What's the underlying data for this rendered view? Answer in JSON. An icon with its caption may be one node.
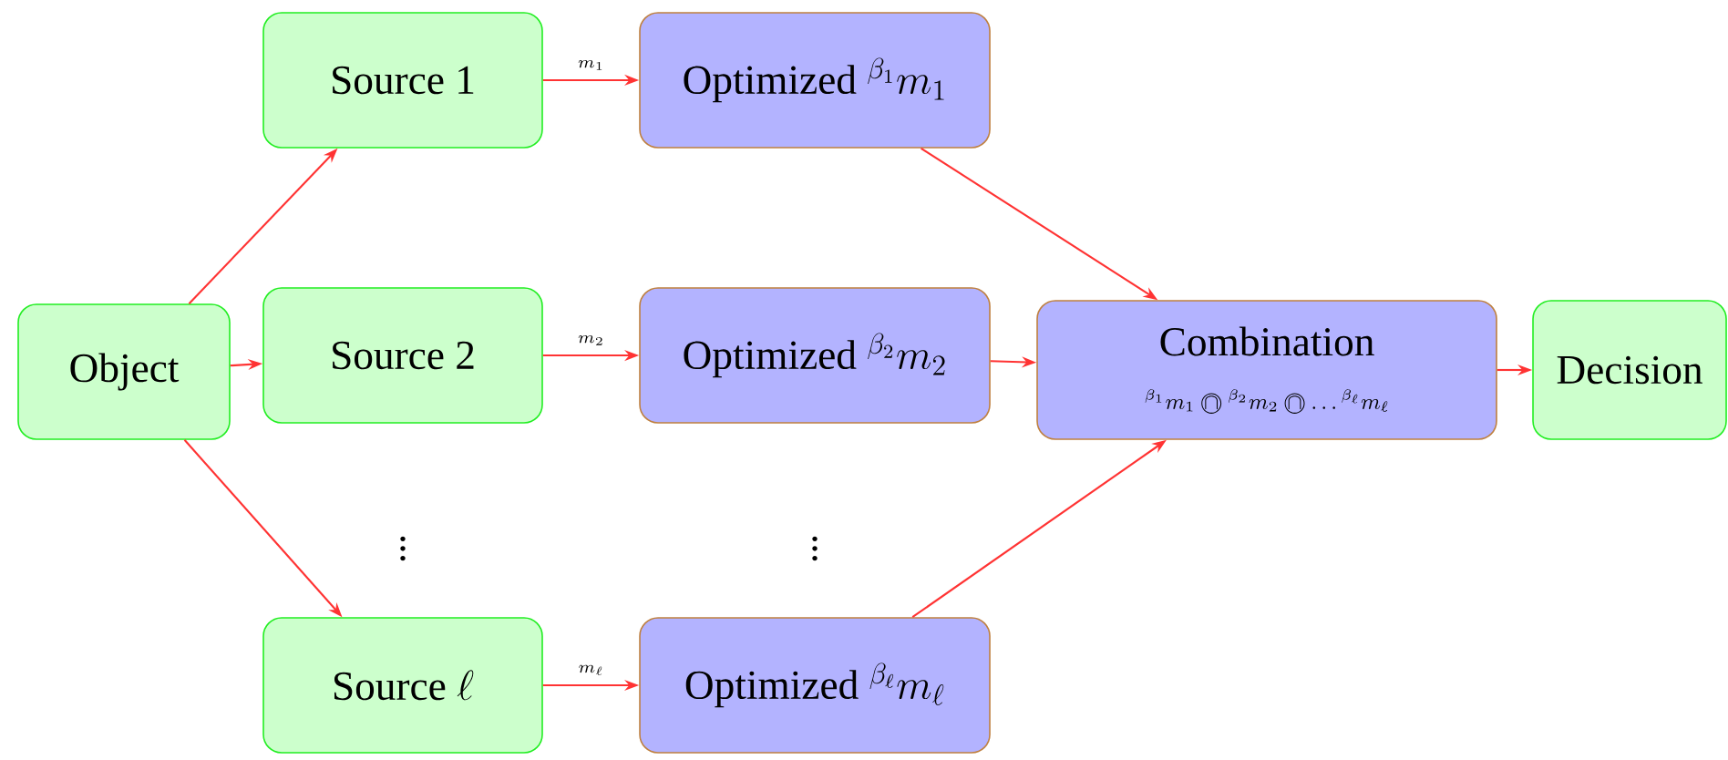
{
  "diagram": {
    "nodes": [
      {
        "text": [
          "Object"
        ]
      },
      {
        "text": [
          "Source 1"
        ]
      },
      {
        "text": [
          "Source 2"
        ]
      },
      {
        "text": [
          "\\text{Source }\\ell"
        ]
      },
      {
        "text": [
          "\\text{Optimized }{}^{\\beta_1}m_1"
        ]
      },
      {
        "text": [
          "\\text{Optimized }{}^{\\beta_2}m_2"
        ]
      },
      {
        "text": [
          "\\text{Optimized }{}^{\\beta_\\ell}m_\\ell"
        ]
      },
      {
        "text": [
          "Combination",
          "{}^{\\beta_1}m_1\\mathbin{\\bigcirc\\mkern-15mu\\cap\\mkern3mu}{}^{\\beta_2}m_2\\mathbin{\\bigcirc\\mkern-15mu\\cap\\mkern3mu}\\ldots{}^{\\beta_\\ell}m_\\ell"
        ]
      },
      {
        "text": [
          "Decision"
        ]
      }
    ],
    "edges": [
      {
        "from": 0,
        "to": 1,
        "arrow": "to"
      },
      {
        "from": 0,
        "to": 2,
        "arrow": "to"
      },
      {
        "from": 0,
        "to": 3,
        "arrow": "to"
      },
      {
        "from": 1,
        "to": 4,
        "arrow": "to",
        "label": "m_1"
      },
      {
        "from": 2,
        "to": 5,
        "arrow": "to",
        "label": "m_2"
      },
      {
        "from": 3,
        "to": 6,
        "arrow": "to",
        "label": "m_\\ell"
      },
      {
        "from": 4,
        "to": 7,
        "arrow": "to"
      },
      {
        "from": 5,
        "to": 7,
        "arrow": "to"
      },
      {
        "from": 6,
        "to": 7,
        "arrow": "to"
      },
      {
        "from": 7,
        "to": 8,
        "arrow": "to"
      }
    ],
    "labels": [
      "\\vdots",
      "\\vdots"
    ]
  }
}
